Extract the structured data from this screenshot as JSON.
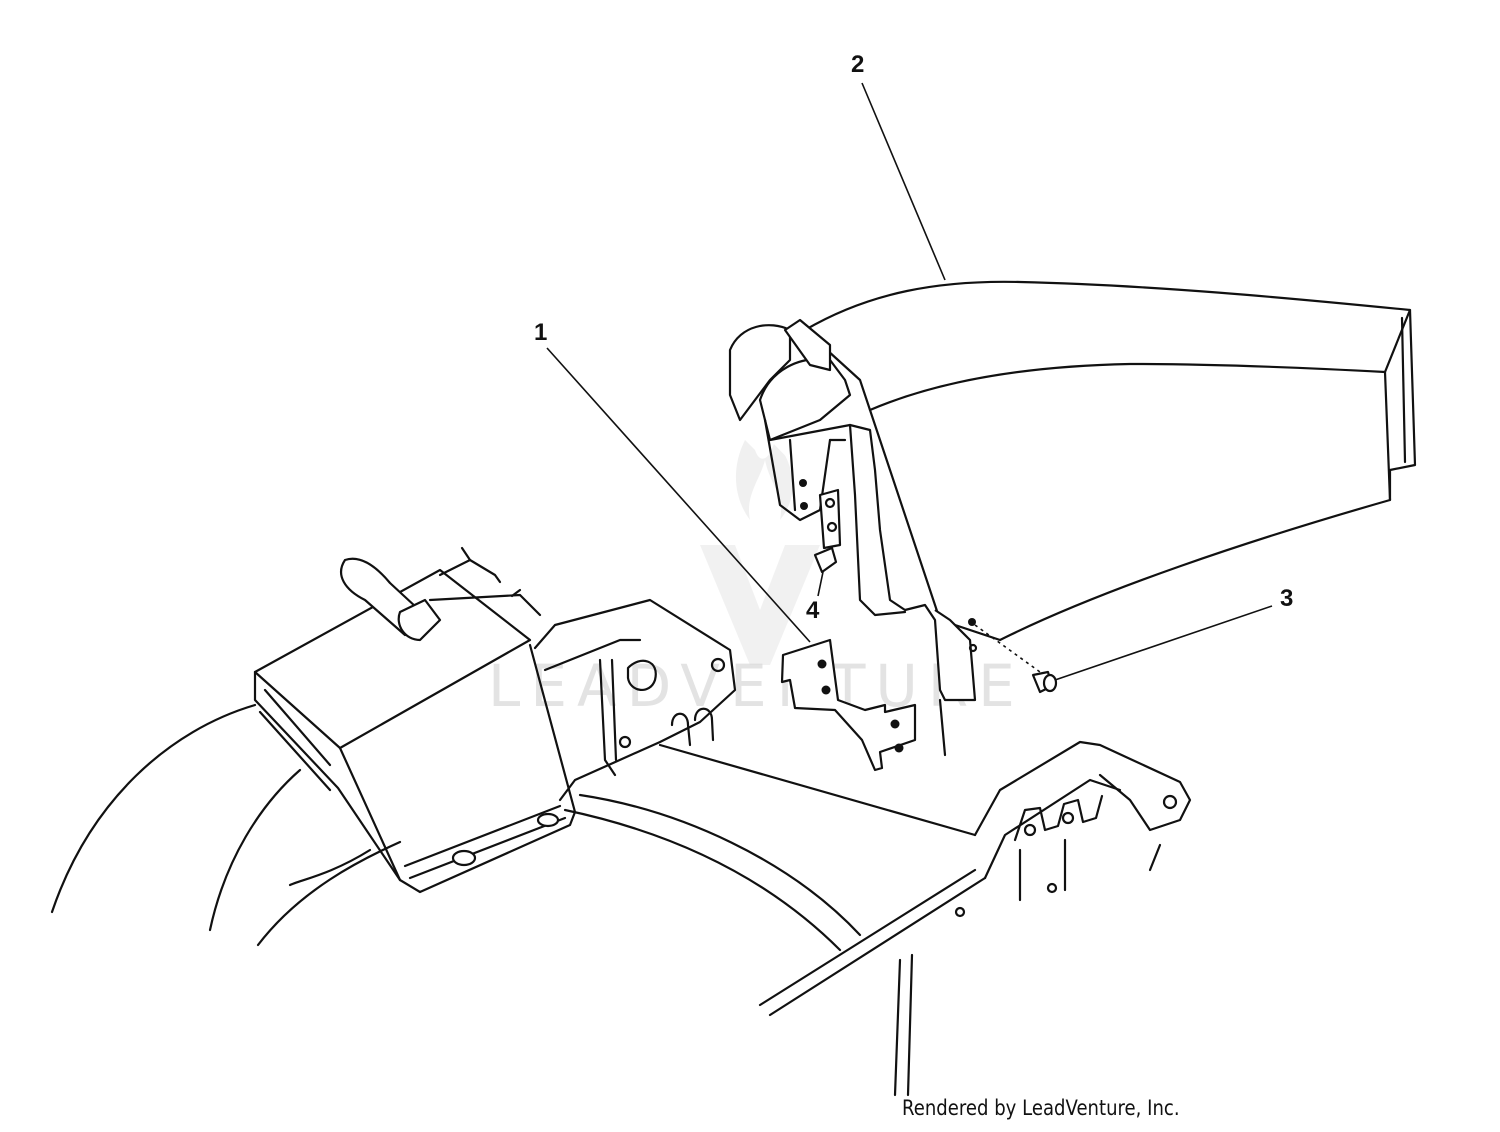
{
  "callouts": [
    {
      "id": "1",
      "label": "1"
    },
    {
      "id": "2",
      "label": "2"
    },
    {
      "id": "3",
      "label": "3"
    },
    {
      "id": "4",
      "label": "4"
    }
  ],
  "watermark": {
    "text": "LEADVENTURE"
  },
  "credit": "Rendered by LeadVenture, Inc."
}
